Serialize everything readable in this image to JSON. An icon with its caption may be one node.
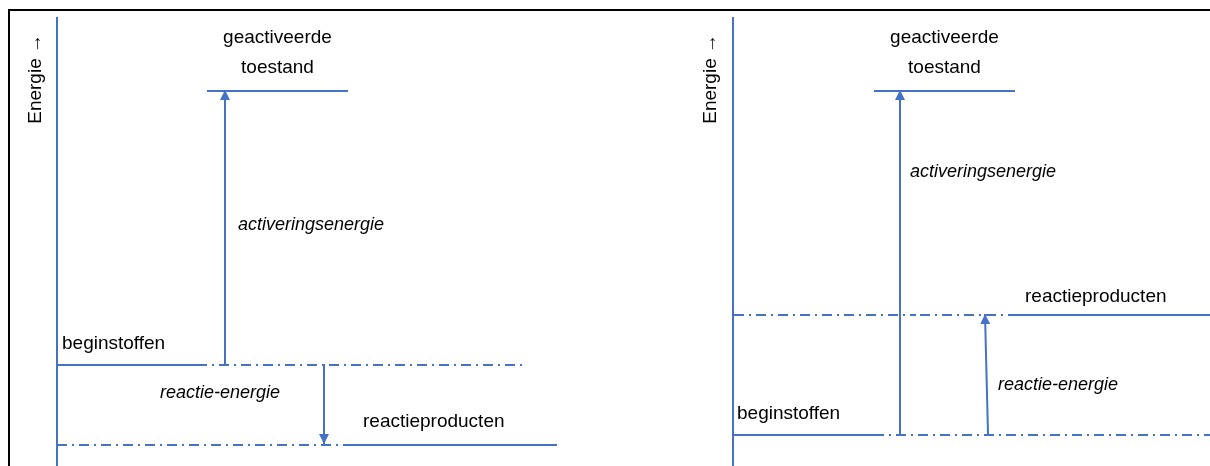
{
  "diagram": {
    "nodes": [
      {
        "text": [
          "beginstoffen"
        ]
      },
      {
        "text": [
          "geactiveerde toestand"
        ]
      },
      {
        "text": [
          "reactieproducten"
        ]
      },
      {
        "text": [
          "beginstoffen"
        ]
      },
      {
        "text": [
          "geactiveerde toestand"
        ]
      },
      {
        "text": [
          "reactieproducten"
        ]
      }
    ],
    "edges": [
      {
        "from": 0,
        "to": 1,
        "arrow": "to",
        "label": "activeringsenergie"
      },
      {
        "from": 0,
        "to": 2,
        "arrow": "to",
        "label": "reactie-energie"
      },
      {
        "from": 3,
        "to": 4,
        "arrow": "to",
        "label": "activeringsenergie"
      },
      {
        "from": 3,
        "to": 5,
        "arrow": "to",
        "label": "reactie-energie"
      }
    ],
    "labels": [
      "Energie →",
      "Energie →"
    ]
  }
}
